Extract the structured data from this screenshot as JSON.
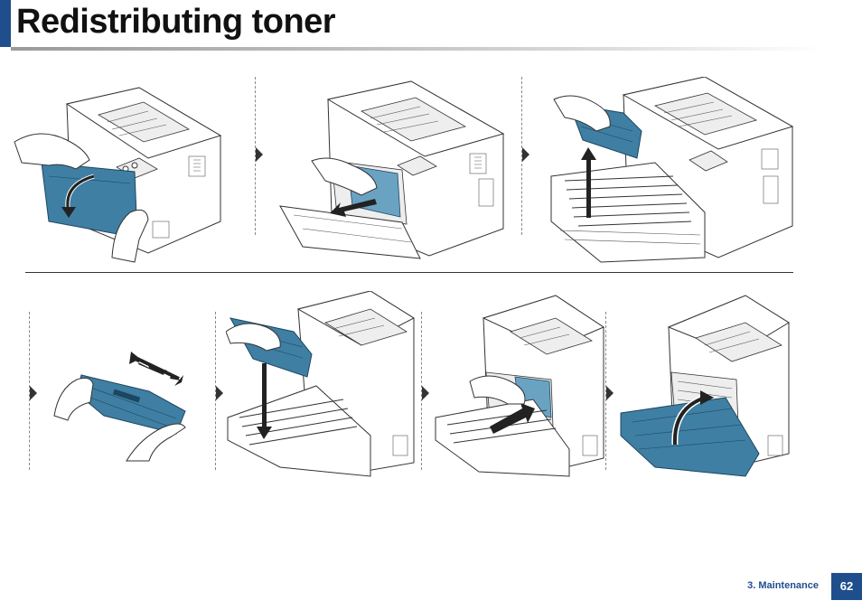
{
  "header": {
    "title": "Redistributing toner",
    "accent_color": "#1f4e8c"
  },
  "steps": [
    {
      "id": 1,
      "icon": "printer-open-front-cover-icon"
    },
    {
      "id": 2,
      "icon": "printer-pull-toner-handle-icon"
    },
    {
      "id": 3,
      "icon": "printer-lift-toner-cartridge-icon"
    },
    {
      "id": 4,
      "icon": "shake-toner-cartridge-icon"
    },
    {
      "id": 5,
      "icon": "insert-toner-cartridge-icon"
    },
    {
      "id": 6,
      "icon": "push-toner-tray-in-icon"
    },
    {
      "id": 7,
      "icon": "close-front-cover-icon"
    }
  ],
  "footer": {
    "section": "3. Maintenance",
    "page_number": "62"
  }
}
